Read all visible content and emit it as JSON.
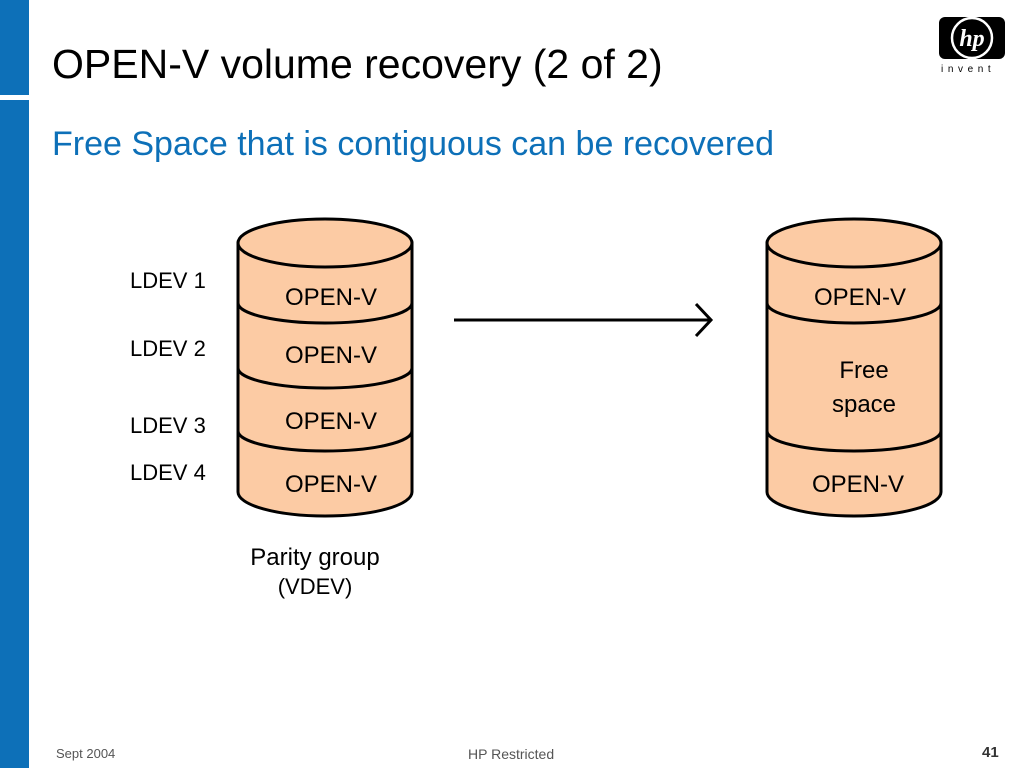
{
  "slide": {
    "title": "OPEN-V volume recovery (2 of 2)",
    "subtitle": "Free Space that is contiguous can be recovered"
  },
  "logo": {
    "text": "hp",
    "tagline": "invent"
  },
  "left_cylinder": {
    "ldev_labels": [
      "LDEV 1",
      "LDEV 2",
      "LDEV 3",
      "LDEV 4"
    ],
    "segments": [
      "OPEN-V",
      "OPEN-V",
      "OPEN-V",
      "OPEN-V"
    ],
    "caption_line1": "Parity group",
    "caption_line2": "(VDEV)"
  },
  "right_cylinder": {
    "top": "OPEN-V",
    "free_line1": "Free",
    "free_line2": "space",
    "bottom": "OPEN-V"
  },
  "colors": {
    "accent_blue": "#0d70b8",
    "cylinder_fill": "#fccba4",
    "cylinder_stroke": "#000000"
  },
  "footer": {
    "date": "Sept 2004",
    "classification": "HP Restricted",
    "page": "41"
  }
}
